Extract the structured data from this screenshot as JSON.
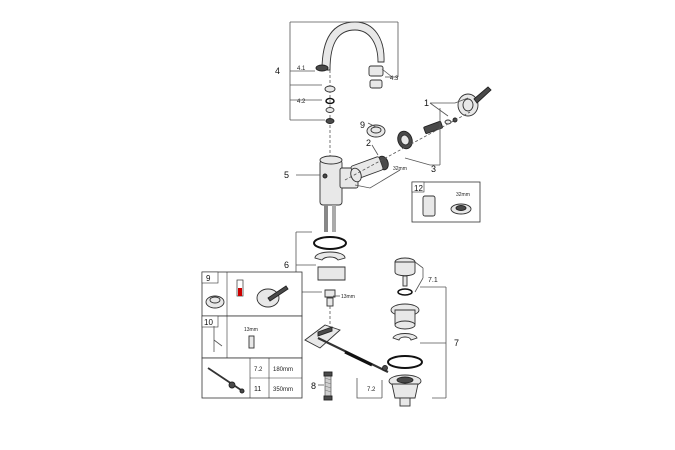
{
  "callouts": {
    "c1": "1",
    "c2": "2",
    "c3": "3",
    "c4": "4",
    "c4_1": "4.1",
    "c4_2": "4.2",
    "c4_3": "4.3",
    "c5": "5",
    "c6": "6",
    "c7": "7",
    "c7_1": "7.1",
    "c7_2": "7.2",
    "c8": "8",
    "c9": "9"
  },
  "dims": {
    "d_32mm_cartridge": "32mm",
    "d_13mm_rod": "13mm"
  },
  "box12": {
    "number": "12",
    "dim": "32mm"
  },
  "box9": {
    "number": "9"
  },
  "box10": {
    "number": "10",
    "dim": "13mm"
  },
  "box_rod": {
    "row1_code": "7.2",
    "row1_len": "180mm",
    "row2_code": "11",
    "row2_len": "350mm"
  },
  "colors": {
    "line": "#555555",
    "part_fill": "#e8e8e8",
    "dark_part": "#4a4a4a",
    "seal": "#111111"
  }
}
